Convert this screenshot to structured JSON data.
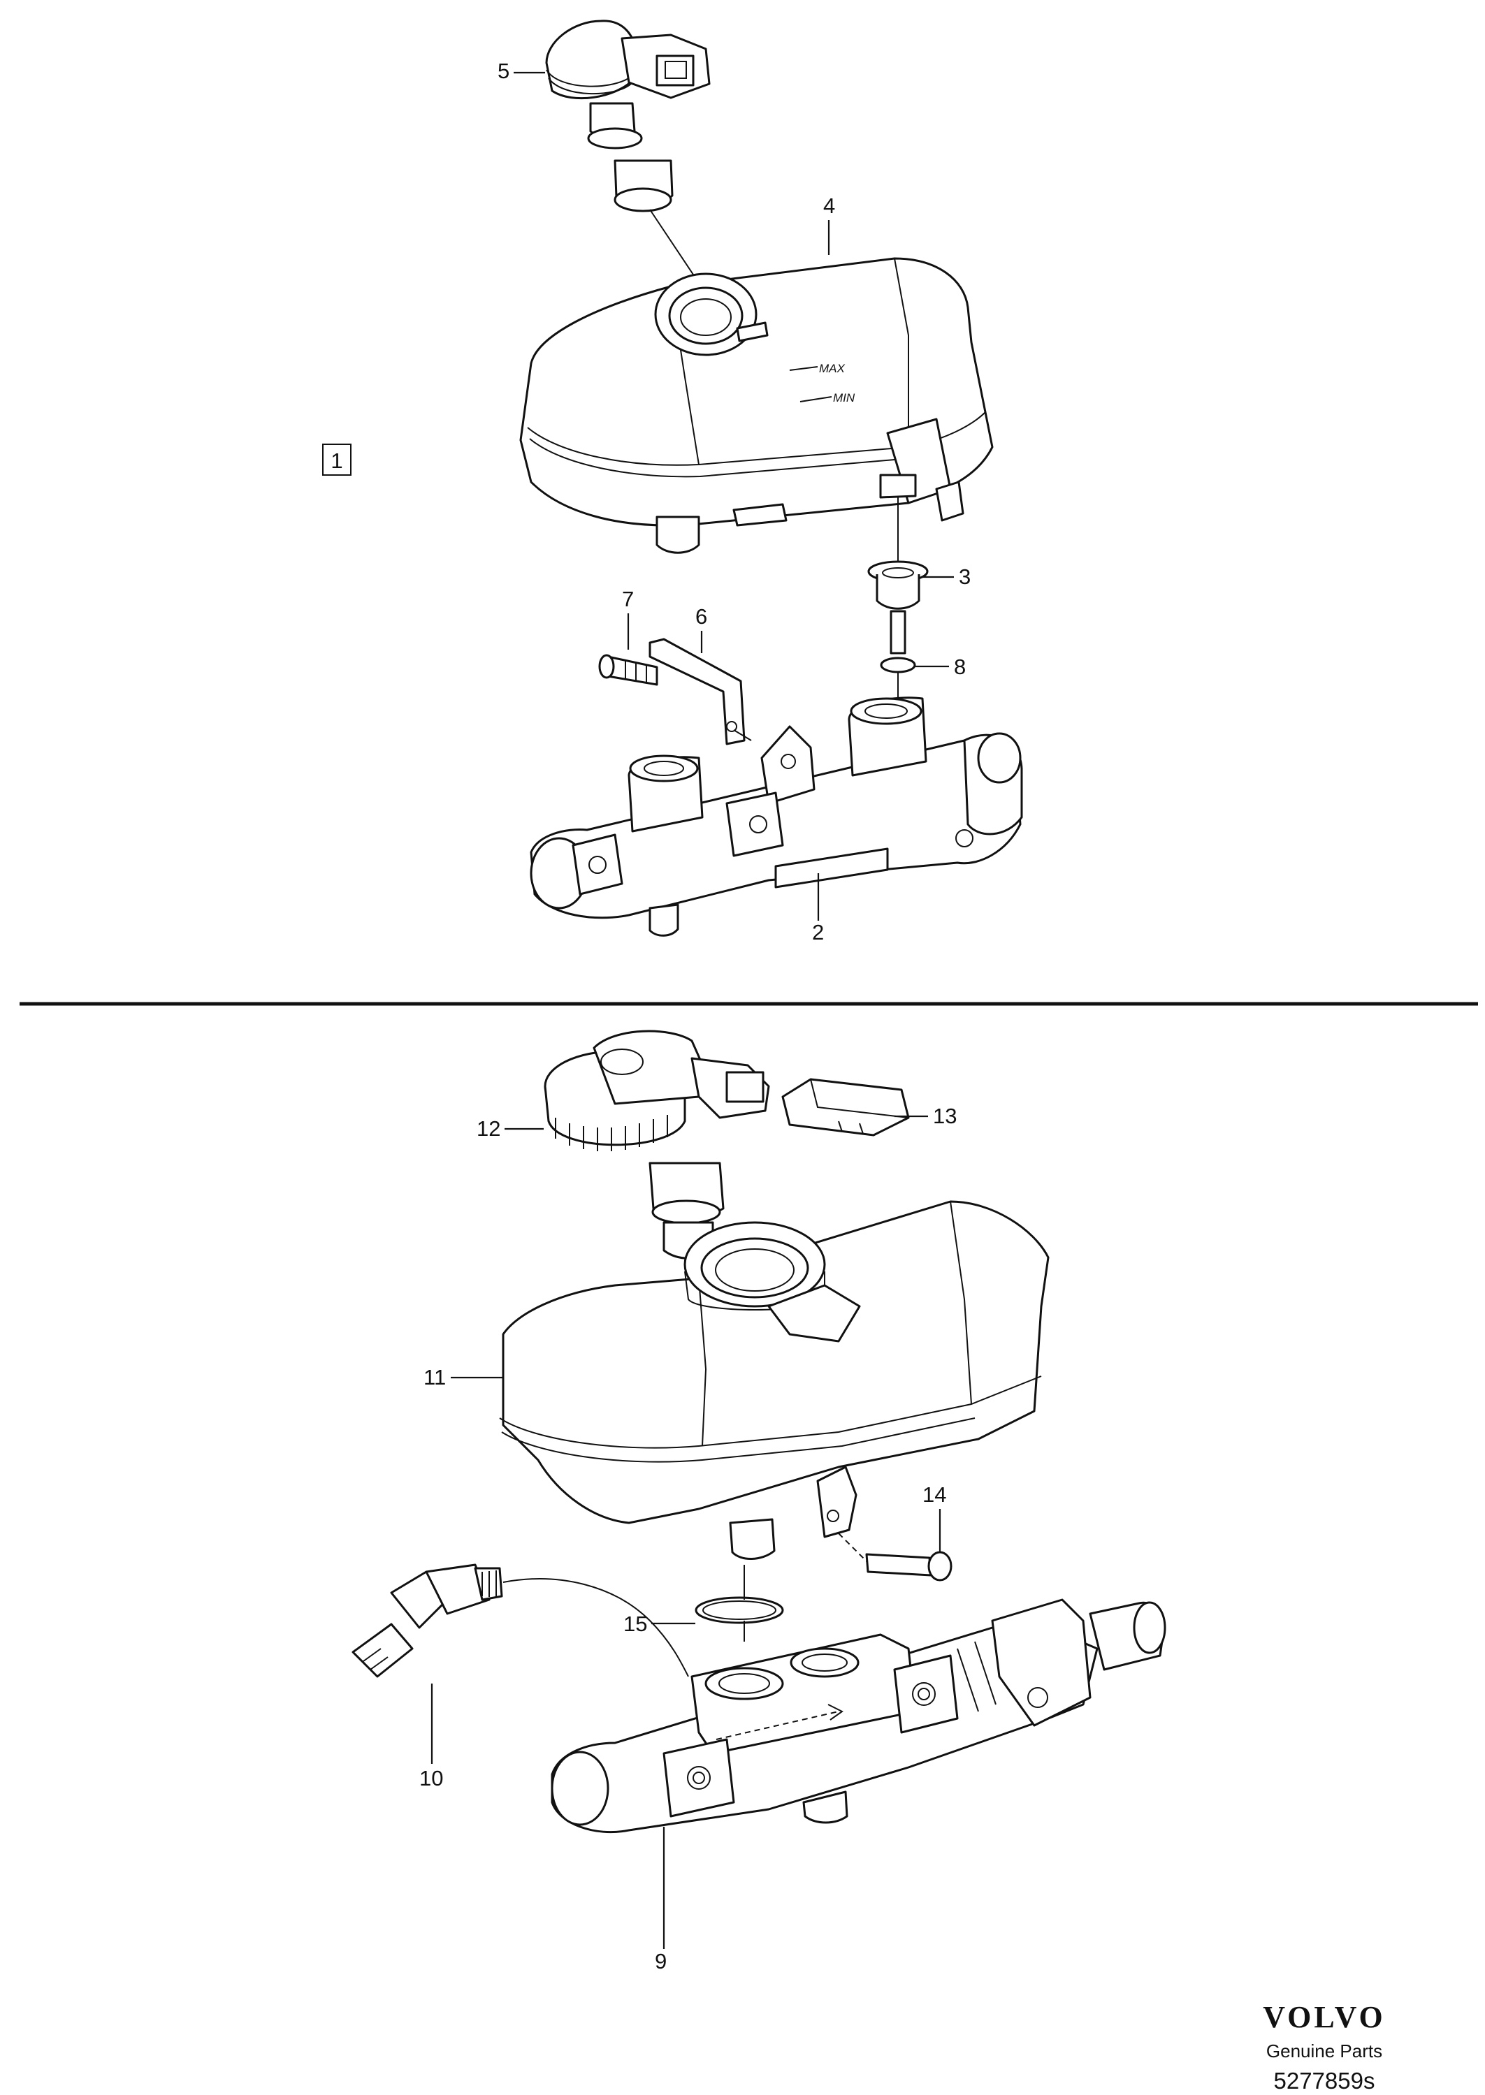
{
  "group_box": "1",
  "reservoir_marks": {
    "max": "MAX",
    "min": "MIN"
  },
  "callouts": {
    "c2": "2",
    "c3": "3",
    "c4": "4",
    "c5": "5",
    "c6": "6",
    "c7": "7",
    "c8": "8",
    "c9": "9",
    "c10": "10",
    "c11": "11",
    "c12": "12",
    "c13": "13",
    "c14": "14",
    "c15": "15"
  },
  "brand": {
    "name": "VOLVO",
    "subtitle": "Genuine Parts",
    "code": "5277859s"
  }
}
